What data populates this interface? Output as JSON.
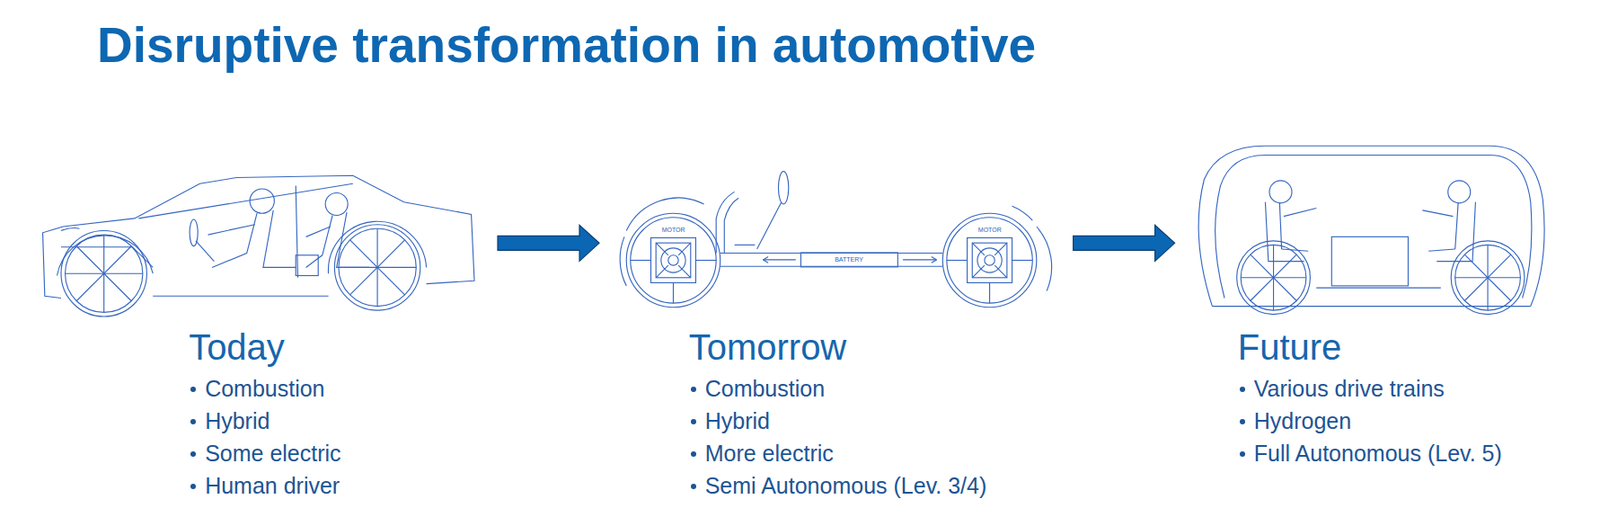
{
  "diagram": {
    "title": "Disruptive transformation in automotive",
    "nodes": [
      {
        "text": [
          "Today",
          "Combustion",
          "Hybrid",
          "Some electric",
          "Human driver"
        ]
      },
      {
        "text": [
          "Tomorrow",
          "Combustion",
          "Hybrid",
          "More electric",
          "Semi Autonomous (Lev. 3/4)"
        ]
      },
      {
        "text": [
          "Future",
          "Various drive trains",
          "Hydrogen",
          "Full Autonomous (Lev. 5)"
        ]
      }
    ],
    "edges": [
      {
        "from": 0,
        "to": 1,
        "arrow": "to"
      },
      {
        "from": 1,
        "to": 2,
        "arrow": "to"
      }
    ],
    "labels": [
      "MOTOR",
      "BATTERY",
      "MOTOR"
    ]
  }
}
